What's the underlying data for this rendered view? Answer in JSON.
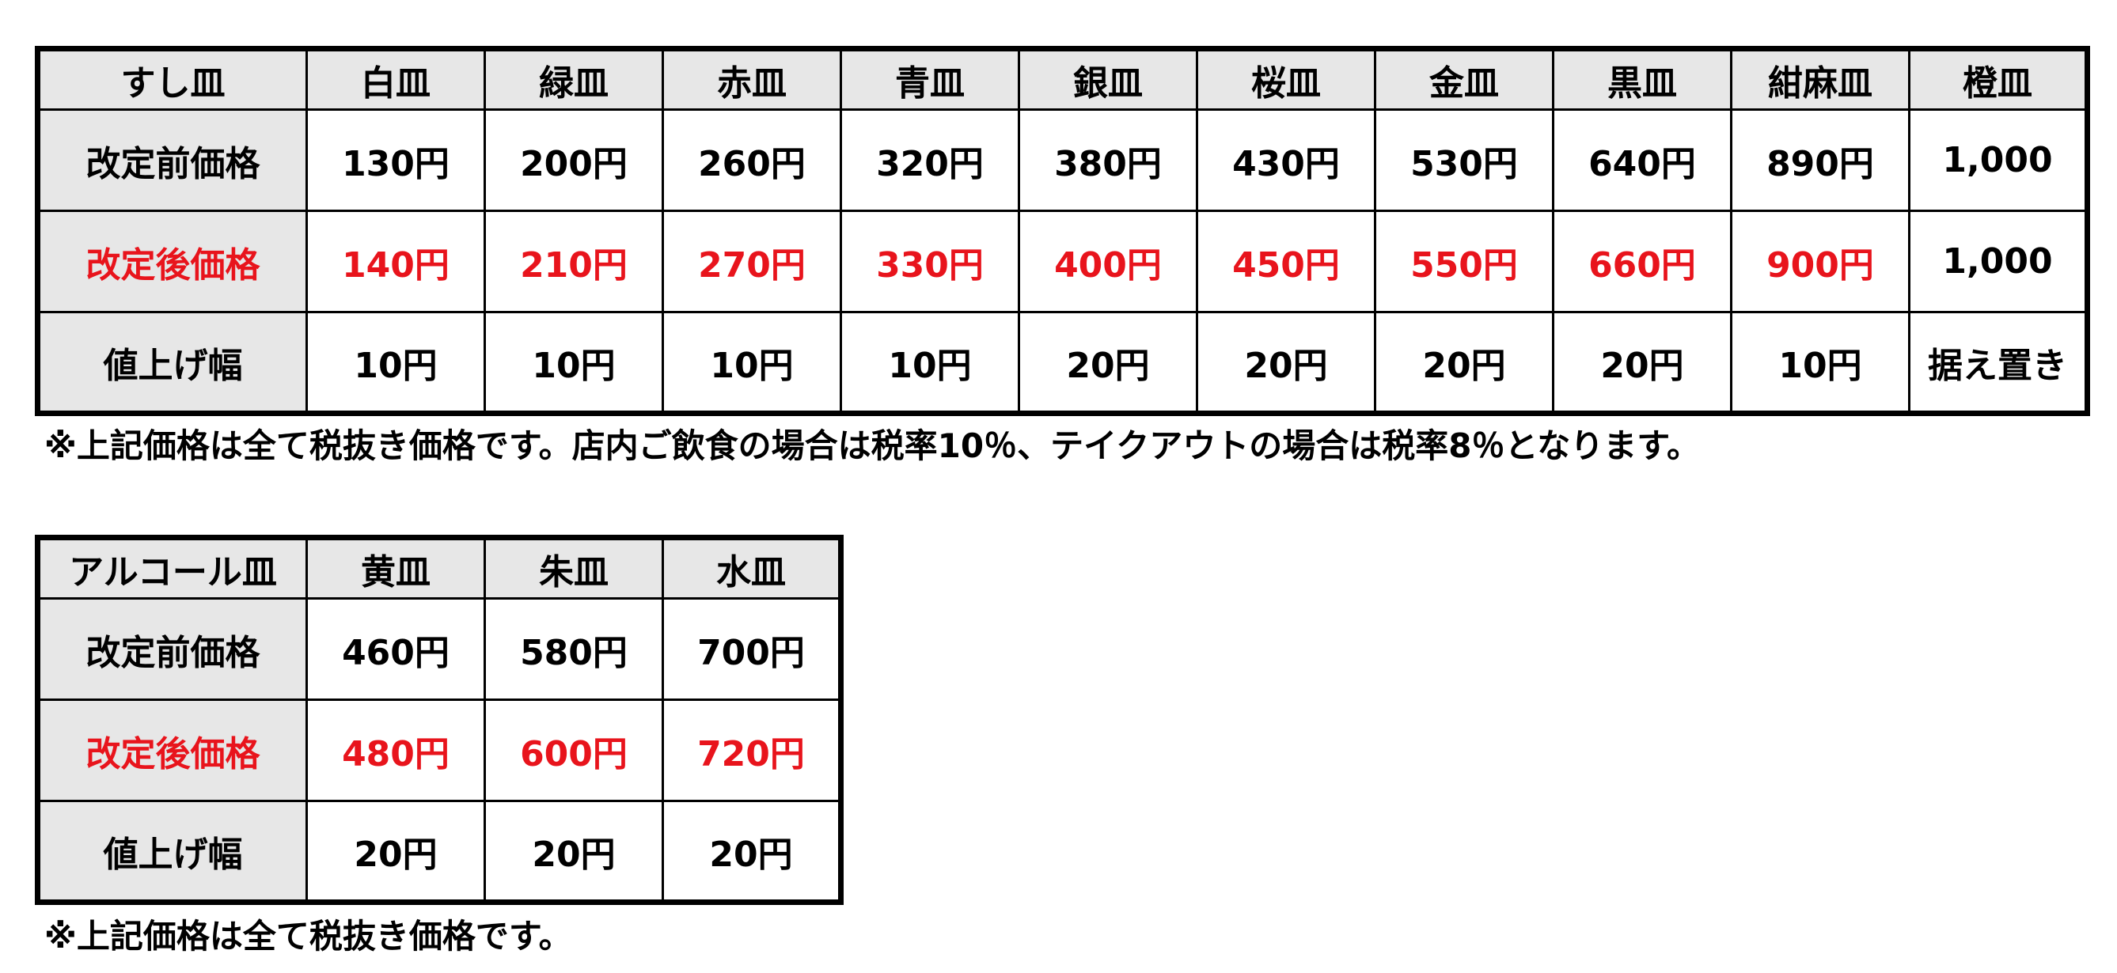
{
  "colors": {
    "header_bg": "#e7e7e7",
    "revised_text": "#e8141c",
    "border": "#000000"
  },
  "sushi": {
    "header_label": "すし皿",
    "plates": [
      "白皿",
      "緑皿",
      "赤皿",
      "青皿",
      "銀皿",
      "桜皿",
      "金皿",
      "黒皿",
      "紺麻皿",
      "橙皿"
    ],
    "rows": [
      {
        "label": "改定前価格",
        "values": [
          "130円",
          "200円",
          "260円",
          "320円",
          "380円",
          "430円",
          "530円",
          "640円",
          "890円",
          "1,000"
        ]
      },
      {
        "label": "改定後価格",
        "values": [
          "140円",
          "210円",
          "270円",
          "330円",
          "400円",
          "450円",
          "550円",
          "660円",
          "900円",
          "1,000"
        ]
      },
      {
        "label": "値上げ幅",
        "values": [
          "10円",
          "10円",
          "10円",
          "10円",
          "20円",
          "20円",
          "20円",
          "20円",
          "10円",
          "据え置き"
        ]
      }
    ],
    "note": "※上記価格は全て税抜き価格です。店内ご飲食の場合は税率10％、テイクアウトの場合は税率8％となります。"
  },
  "alcohol": {
    "header_label": "アルコール皿",
    "plates": [
      "黄皿",
      "朱皿",
      "水皿"
    ],
    "rows": [
      {
        "label": "改定前価格",
        "values": [
          "460円",
          "580円",
          "700円"
        ]
      },
      {
        "label": "改定後価格",
        "values": [
          "480円",
          "600円",
          "720円"
        ]
      },
      {
        "label": "値上げ幅",
        "values": [
          "20円",
          "20円",
          "20円"
        ]
      }
    ],
    "note": "※上記価格は全て税抜き価格です。"
  }
}
